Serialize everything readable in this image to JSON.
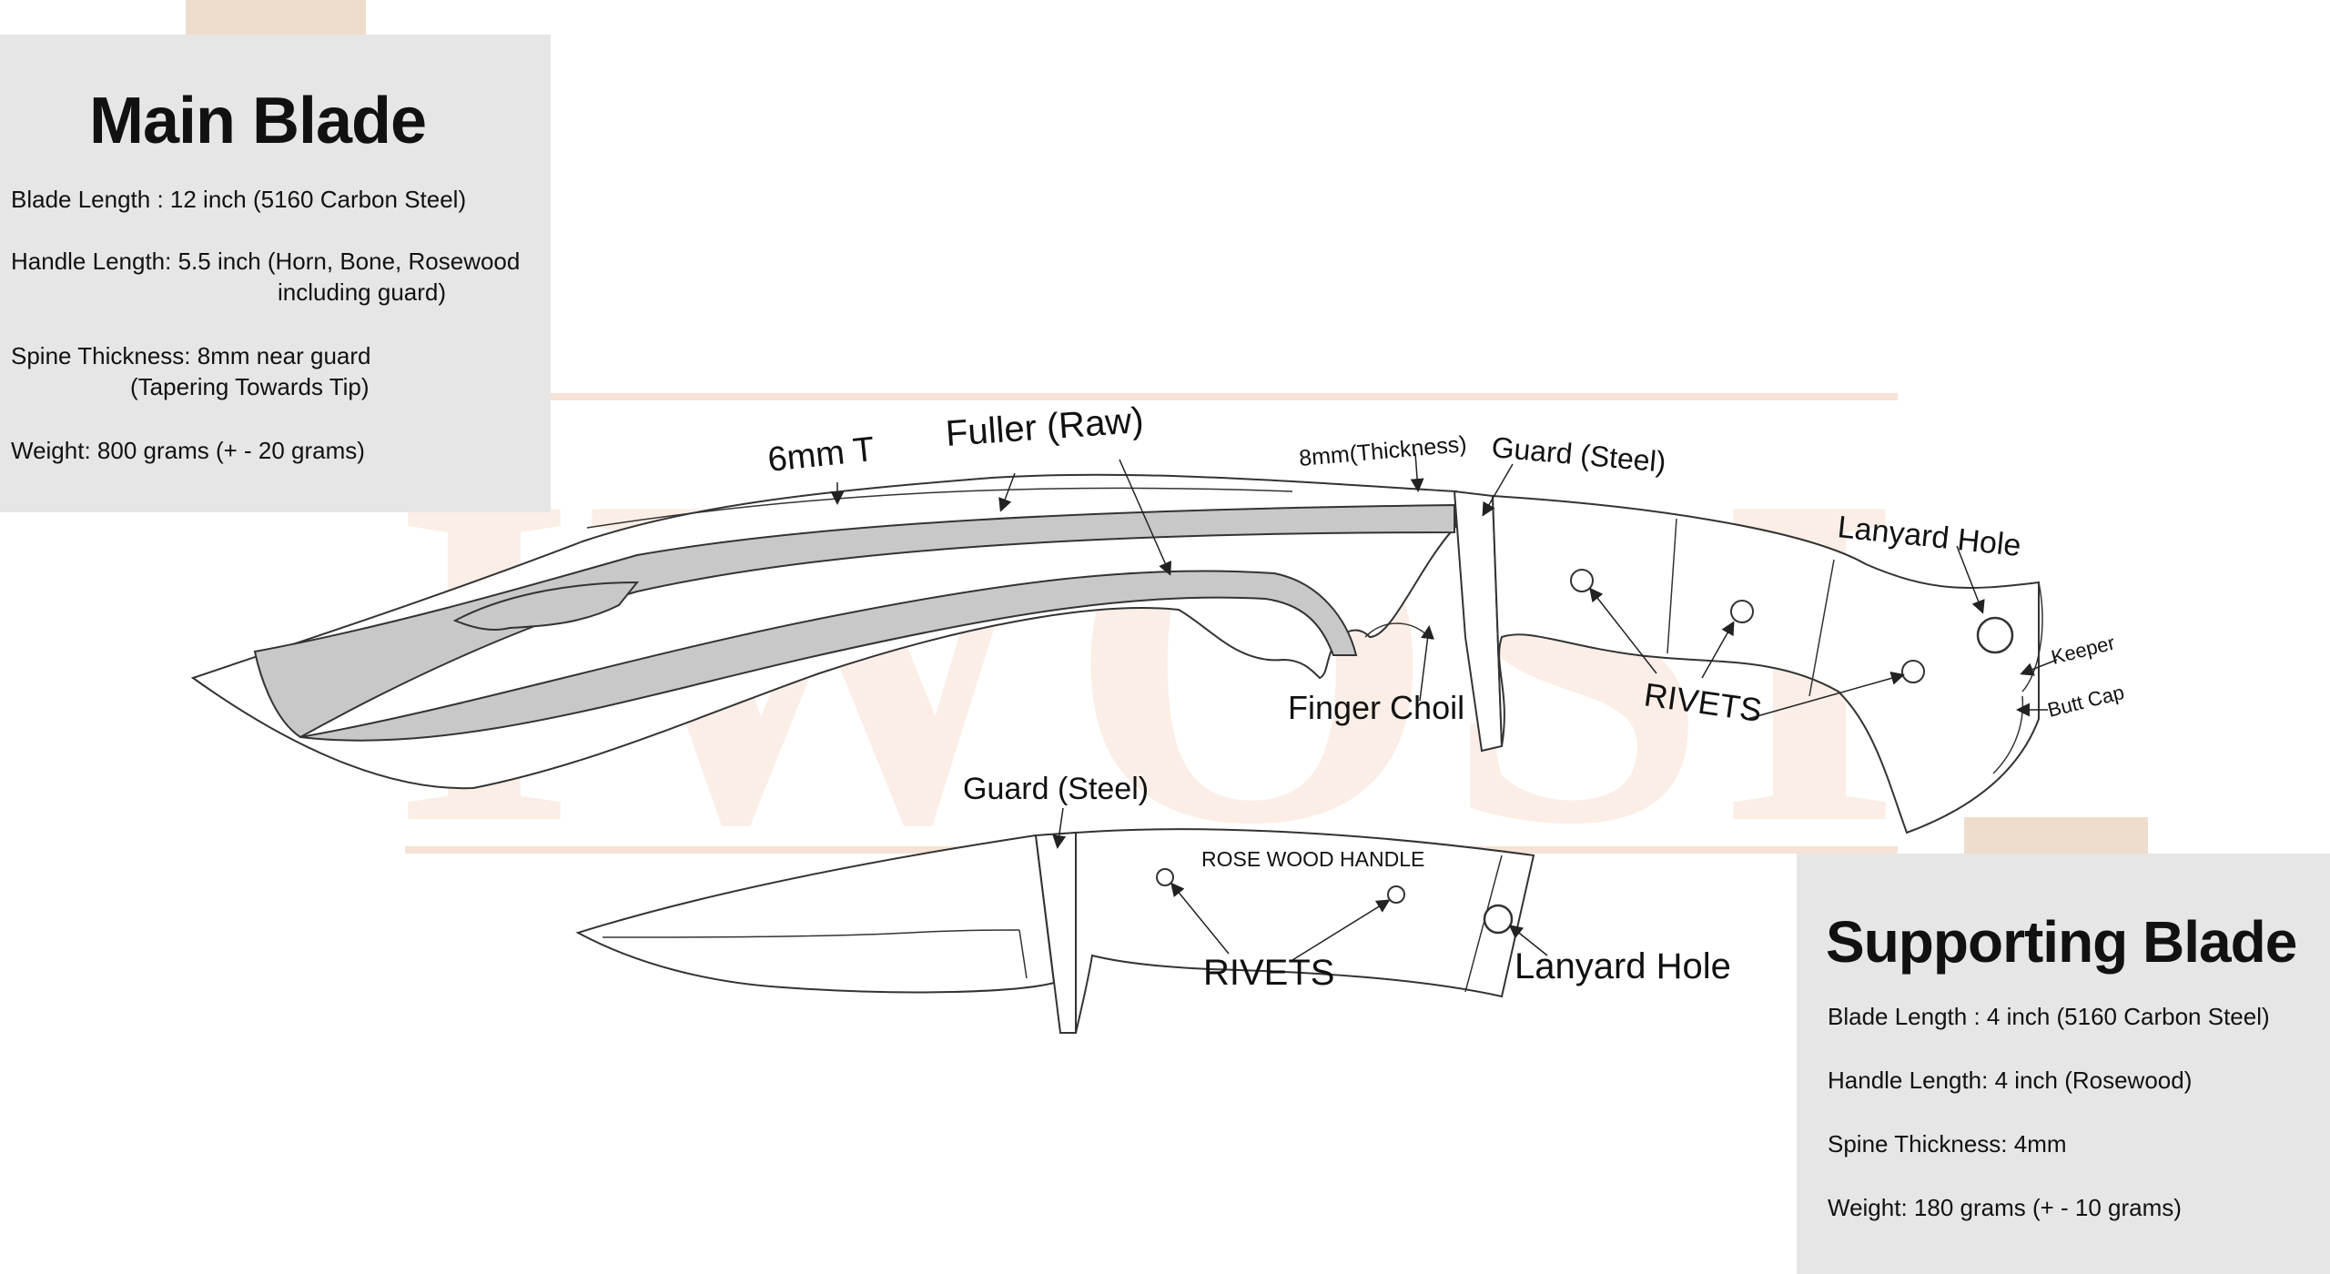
{
  "main_blade": {
    "title": "Main Blade",
    "specs": [
      {
        "text": "Blade Length : 12 inch (5160 Carbon Steel)",
        "cont": ""
      },
      {
        "text": "Handle Length: 5.5 inch (Horn, Bone, Rosewood",
        "cont": "including guard)"
      },
      {
        "text": "Spine Thickness: 8mm near guard",
        "cont": "(Tapering Towards Tip)"
      },
      {
        "text": "Weight: 800 grams (+ - 20 grams)",
        "cont": ""
      }
    ]
  },
  "supporting_blade": {
    "title": "Supporting Blade",
    "specs": [
      {
        "text": "Blade Length : 4 inch (5160 Carbon Steel)"
      },
      {
        "text": "Handle Length: 4 inch (Rosewood)"
      },
      {
        "text": "Spine Thickness: 4mm"
      },
      {
        "text": "Weight: 180 grams (+ - 10 grams)"
      }
    ]
  },
  "watermark": {
    "text": "IWOSI",
    "color": "#f6e2d6"
  },
  "labels": {
    "six_mm": "6mm T",
    "fuller": "Fuller (Raw)",
    "eight_mm": "8mm(Thickness)",
    "guard_main": "Guard (Steel)",
    "lanyard_main": "Lanyard Hole",
    "keeper": "Keeper",
    "butt_cap": "Butt Cap",
    "finger_choil": "Finger Choil",
    "rivets_main": "RIVETS",
    "guard_support": "Guard (Steel)",
    "rosewood_handle": "ROSE WOOD HANDLE",
    "rivets_support": "RIVETS",
    "lanyard_support": "Lanyard Hole"
  },
  "colors": {
    "panel_bg": "#e6e6e6",
    "panel_tab": "#eeddcc",
    "fuller_fill": "#c8c8c8",
    "outline": "#333333"
  }
}
